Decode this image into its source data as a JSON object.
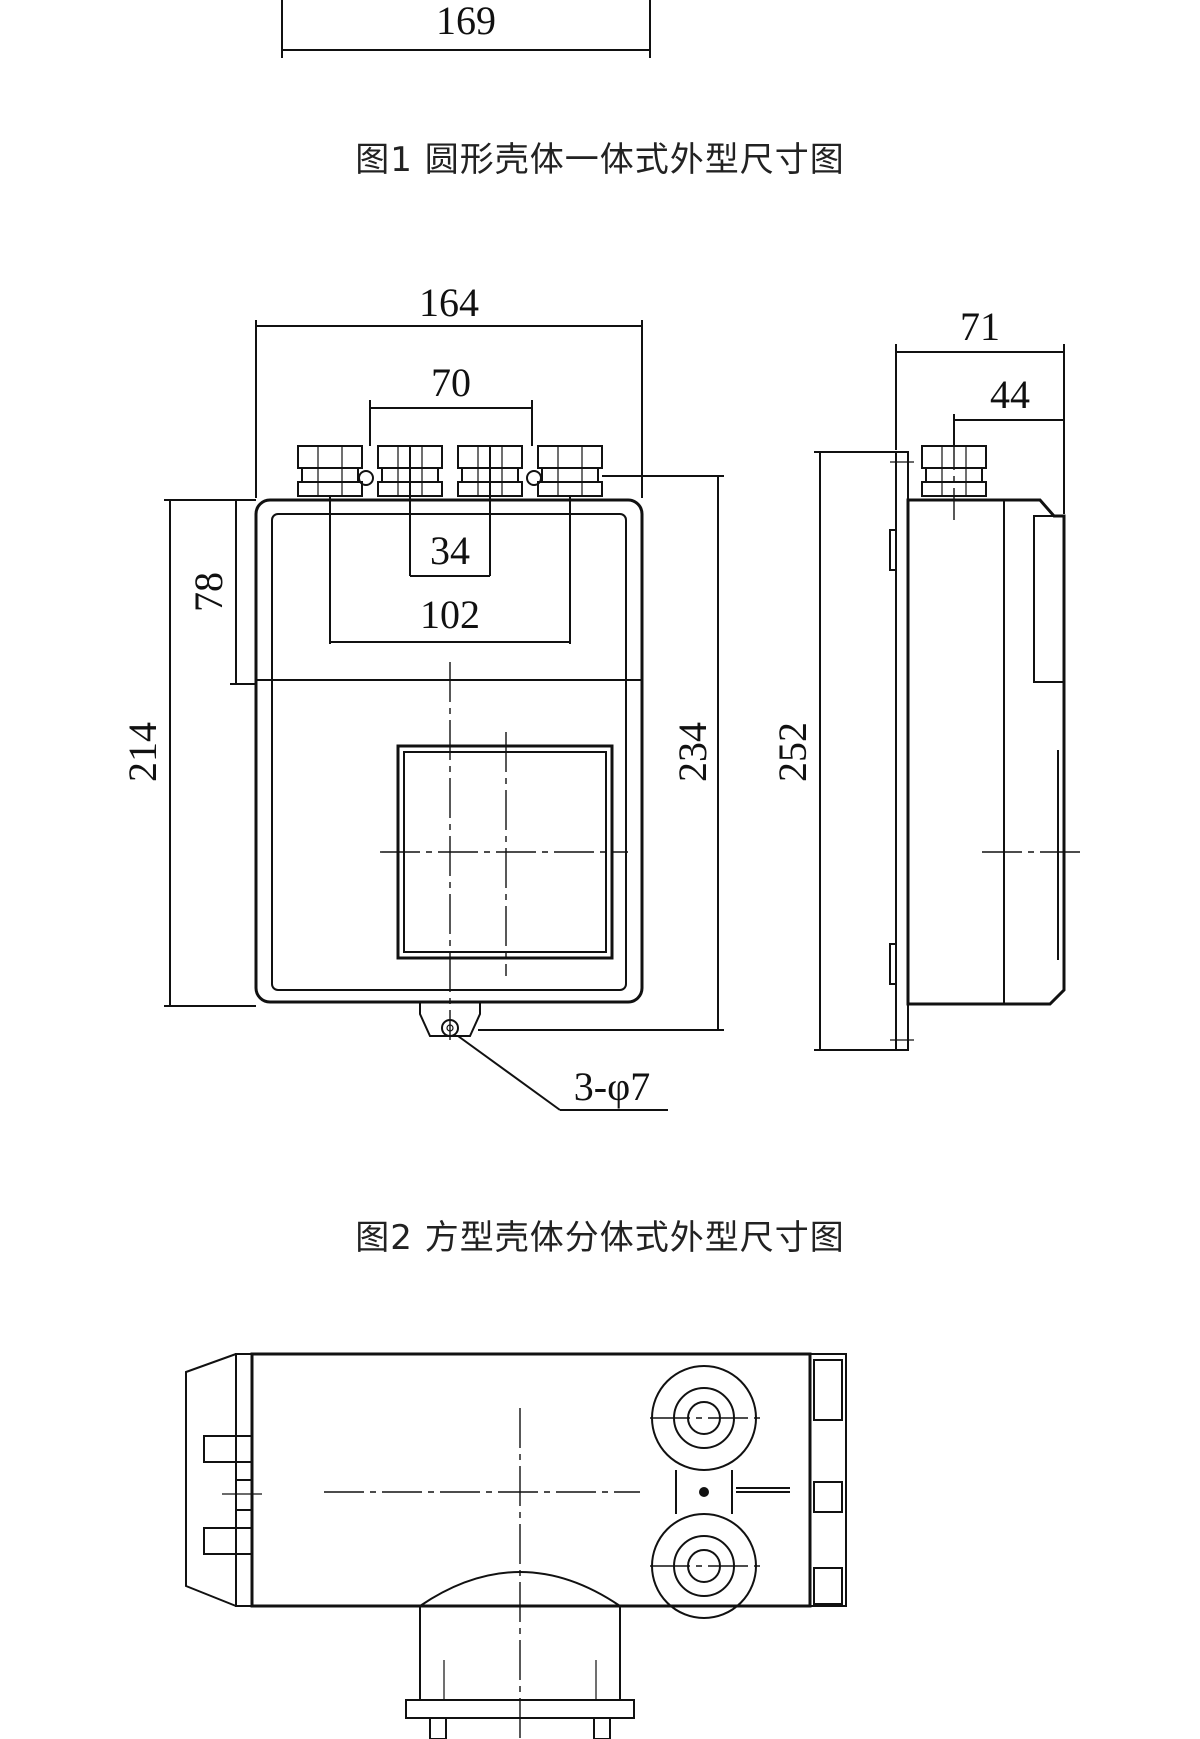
{
  "figure0": {
    "bottom_dimension": "169"
  },
  "figure1": {
    "caption": "图1 圆形壳体一体式外型尺寸图"
  },
  "figure2": {
    "caption": "图2 方型壳体分体式外型尺寸图",
    "dimensions": {
      "overall_width": "164",
      "gland_spacing_outer": "70",
      "gland_spacing_inner": "34",
      "inner_span": "102",
      "upper_height": "78",
      "body_height": "214",
      "total_height": "234",
      "side_depth": "71",
      "side_gland_offset": "44",
      "side_total_height": "252",
      "mounting_holes": "3-φ7"
    }
  },
  "figure3": {}
}
